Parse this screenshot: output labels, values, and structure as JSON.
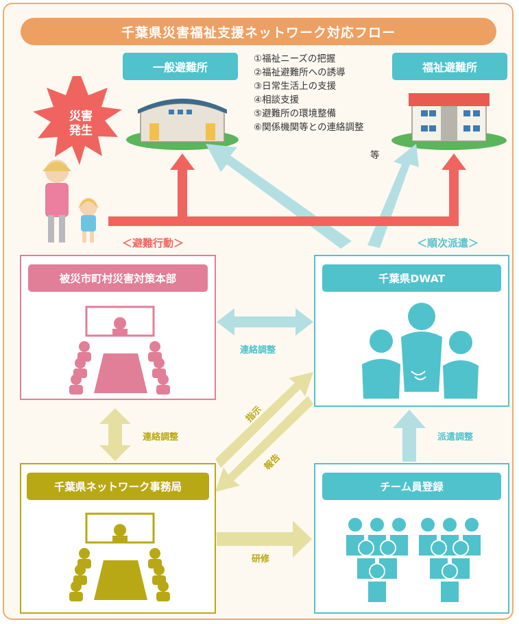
{
  "title": "千葉県災害福祉支援ネットワーク対応フロー",
  "disaster_burst": {
    "line1": "災害",
    "line2": "発生"
  },
  "general_shelter": "一般避難所",
  "welfare_shelter": "福祉避難所",
  "support_tasks": [
    "①福祉ニーズの把握",
    "②福祉避難所への誘導",
    "③日常生活上の支援",
    "④相談支援",
    "⑤避難所の環境整備",
    "⑥関係機関等との連絡調整"
  ],
  "support_tasks_suffix": "等",
  "evacuation_label": "＜避難行動＞",
  "dispatch_label": "＜順次派遣＞",
  "hq_panel": "被災市町村災害対策本部",
  "dwat_panel": "千葉県DWAT",
  "secretariat_panel": "千葉県ネットワーク事務局",
  "team_panel": "チーム員登録",
  "arrows": {
    "hq_dwat": "連絡調整",
    "hq_secretariat": "連絡調整",
    "instruction": "指示",
    "report": "報告",
    "training": "研修",
    "dispatch_coordination": "派遣調整"
  },
  "colors": {
    "banner": "#ee9f62",
    "teal": "#4fc2cc",
    "pink": "#e07f97",
    "olive": "#b9a815",
    "red_arrow": "#f0645f",
    "light_teal_arrow": "#b3dfe3",
    "beige_arrow": "#e6dfa2"
  }
}
